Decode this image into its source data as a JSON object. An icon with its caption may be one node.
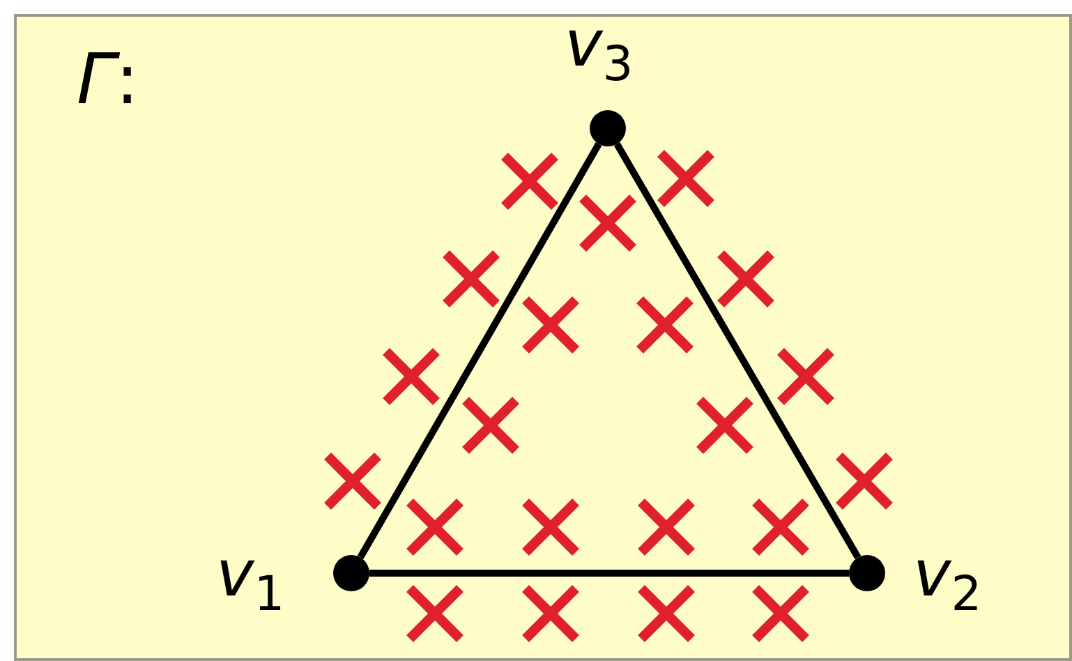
{
  "diagram": {
    "title": "*Γ*:",
    "nodes": [
      {
        "text": [],
        "shape": "circle",
        "beside": [
          "*v*$_{1}$"
        ]
      },
      {
        "text": [],
        "shape": "circle",
        "beside": [
          "*v*$_{2}$"
        ]
      },
      {
        "text": [],
        "shape": "circle",
        "beside": [
          "*v*$_{3}$"
        ]
      }
    ],
    "edges": [
      {
        "from": 0,
        "to": 1,
        "arrow": "none"
      },
      {
        "from": 1,
        "to": 2,
        "arrow": "none"
      },
      {
        "from": 2,
        "to": 0,
        "arrow": "none"
      }
    ]
  }
}
